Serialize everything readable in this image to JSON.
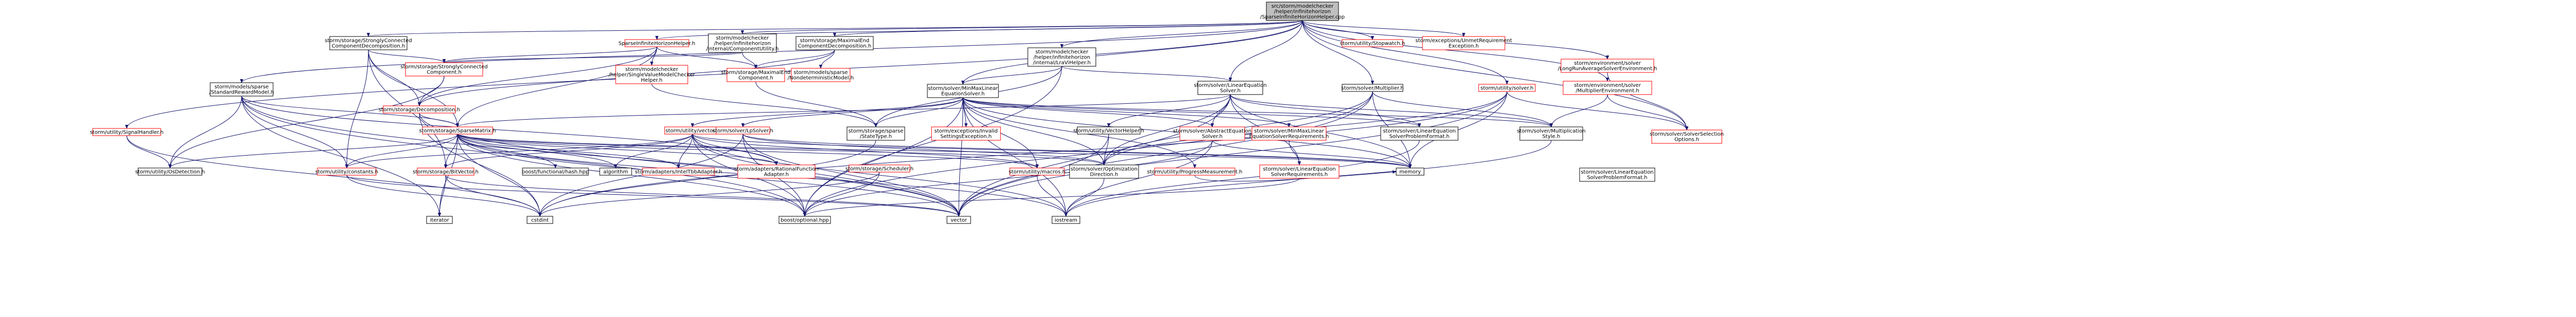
{
  "colors": {
    "edge": "#191970",
    "root_fill": "#bfbfbf",
    "root_stroke": "#000000",
    "doc_stroke": "#000000",
    "nodoc_stroke": "#ff0000",
    "fill": "#ffffff",
    "text": "#000000"
  },
  "nodes": [
    {
      "id": "root",
      "kind": "root",
      "lines": [
        "src/storm/modelchecker",
        "/helper/infinitehorizon",
        "/SparseInfiniteHorizonHelper.cpp"
      ]
    },
    {
      "id": "sparse_ih_h",
      "kind": "nodoc",
      "lines": [
        "SparseInfiniteHorizonHelper.h"
      ]
    },
    {
      "id": "sccd_h",
      "kind": "doc",
      "lines": [
        "storm/storage/StronglyConnected",
        "ComponentDecomposition.h"
      ]
    },
    {
      "id": "csu_h",
      "kind": "doc",
      "lines": [
        "storm/modelchecker",
        "/helper/infinitehorizon",
        "/internal/ComponentUtility.h"
      ]
    },
    {
      "id": "mecd_h",
      "kind": "doc",
      "lines": [
        "storm/storage/MaximalEnd",
        "ComponentDecomposition.h"
      ]
    },
    {
      "id": "lra_h",
      "kind": "doc",
      "lines": [
        "storm/modelchecker",
        "/helper/infinitehorizon",
        "/internal/LraViHelper.h"
      ]
    },
    {
      "id": "srm_h",
      "kind": "doc",
      "lines": [
        "storm/models/sparse",
        "/StandardRewardModel.h"
      ]
    },
    {
      "id": "sighandler_h",
      "kind": "nodoc",
      "lines": [
        "storm/utility/SignalHandler.h"
      ]
    },
    {
      "id": "stopwatch_h",
      "kind": "nodoc",
      "lines": [
        "storm/utility/Stopwatch.h"
      ]
    },
    {
      "id": "unmet_h",
      "kind": "nodoc",
      "lines": [
        "storm/exceptions/UnmetRequirement",
        "Exception.h"
      ]
    },
    {
      "id": "env_lra_h",
      "kind": "nodoc",
      "lines": [
        "storm/environment/solver",
        "/LongRunAverageSolverEnvironment.h"
      ]
    },
    {
      "id": "scc_h",
      "kind": "nodoc",
      "lines": [
        "storm/storage/StronglyConnected",
        "Component.h"
      ]
    },
    {
      "id": "svmch_h",
      "kind": "nodoc",
      "lines": [
        "storm/modelchecker",
        "/helper/SingleValueModelChecker",
        "Helper.h"
      ]
    },
    {
      "id": "mec_h",
      "kind": "nodoc",
      "lines": [
        "storm/storage/MaximalEnd",
        "Component.h"
      ]
    },
    {
      "id": "ndm_h",
      "kind": "nodoc",
      "lines": [
        "storm/models/sparse",
        "/NondeterministicModel.h"
      ]
    },
    {
      "id": "mmles_h",
      "kind": "doc",
      "lines": [
        "storm/solver/MinMaxLinear",
        "EquationSolver.h"
      ]
    },
    {
      "id": "les_h",
      "kind": "doc",
      "lines": [
        "storm/solver/LinearEquation",
        "Solver.h"
      ]
    },
    {
      "id": "mult_h",
      "kind": "doc",
      "lines": [
        "storm/solver/Multiplier.h"
      ]
    },
    {
      "id": "usolver_h",
      "kind": "nodoc",
      "lines": [
        "storm/utility/solver.h"
      ]
    },
    {
      "id": "env_mult_h",
      "kind": "nodoc",
      "lines": [
        "storm/environment/solver",
        "/MultiplierEnvironment.h"
      ]
    },
    {
      "id": "decomp_h",
      "kind": "nodoc",
      "lines": [
        "storm/storage/Decomposition.h"
      ]
    },
    {
      "id": "spm_h",
      "kind": "nodoc",
      "lines": [
        "storm/storage/SparseMatrix.h"
      ]
    },
    {
      "id": "uvector_h",
      "kind": "nodoc",
      "lines": [
        "storm/utility/vector.h"
      ]
    },
    {
      "id": "solver_h",
      "kind": "nodoc",
      "lines": [
        "storm/solver/SolverSelection",
        "Options.h"
      ]
    },
    {
      "id": "state_type_h",
      "kind": "doc",
      "lines": [
        "storm/storage/sparse",
        "/StateType.h"
      ]
    },
    {
      "id": "invalid_h",
      "kind": "nodoc",
      "lines": [
        "storm/exceptions/Invalid",
        "SettingsException.h"
      ]
    },
    {
      "id": "vecthelper_h",
      "kind": "doc",
      "lines": [
        "storm/utility/VectorHelper.h"
      ]
    },
    {
      "id": "aesr_h",
      "kind": "nodoc",
      "lines": [
        "storm/solver/AbstractEquation",
        "Solver.h"
      ]
    },
    {
      "id": "mmlesr_h",
      "kind": "nodoc",
      "lines": [
        "storm/solver/MinMaxLinear",
        "EquationSolverRequirements.h"
      ]
    },
    {
      "id": "lespf_h",
      "kind": "doc",
      "lines": [
        "storm/solver/LinearEquation",
        "SolverProblemFormat.h"
      ]
    },
    {
      "id": "multstyle_h",
      "kind": "doc",
      "lines": [
        "storm/solver/Multiplication",
        "Style.h"
      ]
    },
    {
      "id": "osdetect_h",
      "kind": "doc",
      "lines": [
        "storm/utility/OsDetection.h"
      ]
    },
    {
      "id": "constants_h",
      "kind": "nodoc",
      "lines": [
        "storm/utility/constants.h"
      ]
    },
    {
      "id": "bitvector_h",
      "kind": "nodoc",
      "lines": [
        "storm/storage/BitVector.h"
      ]
    },
    {
      "id": "flathash",
      "kind": "doc",
      "lines": [
        "boost/functional/hash.hpp"
      ]
    },
    {
      "id": "algorithm",
      "kind": "doc",
      "lines": [
        "algorithm"
      ]
    },
    {
      "id": "inteltbb_h",
      "kind": "nodoc",
      "lines": [
        "storm/adapters/IntelTbbAdapter.h"
      ]
    },
    {
      "id": "rational_h",
      "kind": "nodoc",
      "lines": [
        "storm/adapters/RationalFunction",
        "Adapter.h"
      ]
    },
    {
      "id": "scheduler_h",
      "kind": "nodoc",
      "lines": [
        "storm/storage/Scheduler.h"
      ]
    },
    {
      "id": "macros_h",
      "kind": "nodoc",
      "lines": [
        "storm/utility/macros.h"
      ]
    },
    {
      "id": "optdir_h",
      "kind": "doc",
      "lines": [
        "storm/solver/Optimization",
        "Direction.h"
      ]
    },
    {
      "id": "progress_h",
      "kind": "nodoc",
      "lines": [
        "storm/utility/ProgressMeasurement.h"
      ]
    },
    {
      "id": "lesr_h",
      "kind": "nodoc",
      "lines": [
        "storm/solver/LinearEquation",
        "SolverRequirements.h"
      ]
    },
    {
      "id": "memory",
      "kind": "doc",
      "lines": [
        "memory"
      ]
    },
    {
      "id": "iterator",
      "kind": "doc",
      "lines": [
        "iterator"
      ]
    },
    {
      "id": "cstdint",
      "kind": "doc",
      "lines": [
        "cstdint"
      ]
    },
    {
      "id": "boost_optional",
      "kind": "doc",
      "lines": [
        "boost/optional.hpp"
      ]
    },
    {
      "id": "vector",
      "kind": "doc",
      "lines": [
        "vector"
      ]
    },
    {
      "id": "iostream",
      "kind": "doc",
      "lines": [
        "iostream"
      ]
    },
    {
      "id": "lesolver_h",
      "kind": "doc",
      "lines": [
        "storm/solver/LinearEquation",
        "SolverProblemFormat.h"
      ]
    },
    {
      "id": "lpsolver_h",
      "kind": "nodoc",
      "lines": [
        "storm/solver/LpSolver.h"
      ]
    }
  ],
  "edges": [
    [
      "root",
      "sparse_ih_h"
    ],
    [
      "root",
      "sccd_h"
    ],
    [
      "root",
      "csu_h"
    ],
    [
      "root",
      "mecd_h"
    ],
    [
      "root",
      "lra_h"
    ],
    [
      "root",
      "srm_h"
    ],
    [
      "root",
      "sighandler_h"
    ],
    [
      "root",
      "stopwatch_h"
    ],
    [
      "root",
      "unmet_h"
    ],
    [
      "root",
      "env_lra_h"
    ],
    [
      "root",
      "mmles_h"
    ],
    [
      "root",
      "les_h"
    ],
    [
      "root",
      "mult_h"
    ],
    [
      "root",
      "usolver_h"
    ],
    [
      "root",
      "env_mult_h"
    ],
    [
      "root",
      "solver_h"
    ],
    [
      "sparse_ih_h",
      "scc_h"
    ],
    [
      "sparse_ih_h",
      "decomp_h"
    ],
    [
      "sparse_ih_h",
      "spm_h"
    ],
    [
      "sparse_ih_h",
      "mec_h"
    ],
    [
      "sparse_ih_h",
      "svmch_h"
    ],
    [
      "sccd_h",
      "scc_h"
    ],
    [
      "sccd_h",
      "decomp_h"
    ],
    [
      "sccd_h",
      "spm_h"
    ],
    [
      "sccd_h",
      "bitvector_h"
    ],
    [
      "sccd_h",
      "constants_h"
    ],
    [
      "csu_h",
      "scc_h"
    ],
    [
      "csu_h",
      "mec_h"
    ],
    [
      "mecd_h",
      "mec_h"
    ],
    [
      "mecd_h",
      "ndm_h"
    ],
    [
      "mecd_h",
      "decomp_h"
    ],
    [
      "lra_h",
      "state_type_h"
    ],
    [
      "lra_h",
      "mmles_h"
    ],
    [
      "lra_h",
      "les_h"
    ],
    [
      "lra_h",
      "boost_optional"
    ],
    [
      "srm_h",
      "spm_h"
    ],
    [
      "srm_h",
      "osdetect_h"
    ],
    [
      "srm_h",
      "constants_h"
    ],
    [
      "srm_h",
      "rational_h"
    ],
    [
      "srm_h",
      "vector"
    ],
    [
      "srm_h",
      "boost_optional"
    ],
    [
      "srm_h",
      "iterator"
    ],
    [
      "sighandler_h",
      "osdetect_h"
    ],
    [
      "sighandler_h",
      "cstdint"
    ],
    [
      "env_lra_h",
      "solver_h"
    ],
    [
      "scc_h",
      "decomp_h"
    ],
    [
      "scc_h",
      "osdetect_h"
    ],
    [
      "svmch_h",
      "state_type_h"
    ],
    [
      "mec_h",
      "state_type_h"
    ],
    [
      "decomp_h",
      "spm_h"
    ],
    [
      "decomp_h",
      "cstdint"
    ],
    [
      "decomp_h",
      "vector"
    ],
    [
      "mmles_h",
      "uvector_h"
    ],
    [
      "mmles_h",
      "lpsolver_h"
    ],
    [
      "mmles_h",
      "state_type_h"
    ],
    [
      "mmles_h",
      "invalid_h"
    ],
    [
      "mmles_h",
      "optdir_h"
    ],
    [
      "mmles_h",
      "macros_h"
    ],
    [
      "mmles_h",
      "aesr_h"
    ],
    [
      "mmles_h",
      "mmlesr_h"
    ],
    [
      "mmles_h",
      "memory"
    ],
    [
      "mmles_h",
      "boost_optional"
    ],
    [
      "mmles_h",
      "vector"
    ],
    [
      "mmles_h",
      "iostream"
    ],
    [
      "mmles_h",
      "lespf_h"
    ],
    [
      "mmles_h",
      "multstyle_h"
    ],
    [
      "mmles_h",
      "progress_h"
    ],
    [
      "les_h",
      "vecthelper_h"
    ],
    [
      "les_h",
      "aesr_h"
    ],
    [
      "les_h",
      "lesr_h"
    ],
    [
      "les_h",
      "lespf_h"
    ],
    [
      "les_h",
      "optdir_h"
    ],
    [
      "les_h",
      "multstyle_h"
    ],
    [
      "les_h",
      "memory"
    ],
    [
      "les_h",
      "vector"
    ],
    [
      "les_h",
      "spm_h"
    ],
    [
      "mult_h",
      "multstyle_h"
    ],
    [
      "mult_h",
      "optdir_h"
    ],
    [
      "mult_h",
      "memory"
    ],
    [
      "mult_h",
      "vector"
    ],
    [
      "mult_h",
      "boost_optional"
    ],
    [
      "usolver_h",
      "solver_h"
    ],
    [
      "usolver_h",
      "memory"
    ],
    [
      "usolver_h",
      "vector"
    ],
    [
      "usolver_h",
      "optdir_h"
    ],
    [
      "usolver_h",
      "cstdint"
    ],
    [
      "env_mult_h",
      "multstyle_h"
    ],
    [
      "env_mult_h",
      "solver_h"
    ],
    [
      "spm_h",
      "osdetect_h"
    ],
    [
      "spm_h",
      "constants_h"
    ],
    [
      "spm_h",
      "bitvector_h"
    ],
    [
      "spm_h",
      "flathash"
    ],
    [
      "spm_h",
      "algorithm"
    ],
    [
      "spm_h",
      "inteltbb_h"
    ],
    [
      "spm_h",
      "rational_h"
    ],
    [
      "spm_h",
      "macros_h"
    ],
    [
      "spm_h",
      "optdir_h"
    ],
    [
      "spm_h",
      "iterator"
    ],
    [
      "spm_h",
      "cstdint"
    ],
    [
      "spm_h",
      "boost_optional"
    ],
    [
      "spm_h",
      "vector"
    ],
    [
      "spm_h",
      "iostream"
    ],
    [
      "spm_h",
      "memory"
    ],
    [
      "uvector_h",
      "algorithm"
    ],
    [
      "uvector_h",
      "inteltbb_h"
    ],
    [
      "uvector_h",
      "rational_h"
    ],
    [
      "uvector_h",
      "constants_h"
    ],
    [
      "uvector_h",
      "macros_h"
    ],
    [
      "uvector_h",
      "iostream"
    ],
    [
      "uvector_h",
      "vector"
    ],
    [
      "uvector_h",
      "boost_optional"
    ],
    [
      "uvector_h",
      "memory"
    ],
    [
      "uvector_h",
      "bitvector_h"
    ],
    [
      "vecthelper_h",
      "optdir_h"
    ],
    [
      "vecthelper_h",
      "vector"
    ],
    [
      "aesr_h",
      "iostream"
    ],
    [
      "aesr_h",
      "memory"
    ],
    [
      "aesr_h",
      "boost_optional"
    ],
    [
      "mmlesr_h",
      "lesr_h"
    ],
    [
      "lespf_h",
      "iostream"
    ],
    [
      "multstyle_h",
      "iostream"
    ],
    [
      "constants_h",
      "cstdint"
    ],
    [
      "constants_h",
      "vector"
    ],
    [
      "bitvector_h",
      "iterator"
    ],
    [
      "bitvector_h",
      "cstdint"
    ],
    [
      "bitvector_h",
      "vector"
    ],
    [
      "macros_h",
      "iostream"
    ],
    [
      "optdir_h",
      "iostream"
    ],
    [
      "progress_h",
      "memory"
    ],
    [
      "state_type_h",
      "cstdint"
    ],
    [
      "lpsolver_h",
      "optdir_h"
    ],
    [
      "lpsolver_h",
      "memory"
    ],
    [
      "lpsolver_h",
      "boost_optional"
    ],
    [
      "lpsolver_h",
      "vector"
    ],
    [
      "lpsolver_h",
      "cstdint"
    ],
    [
      "scheduler_h",
      "cstdint"
    ],
    [
      "scheduler_h",
      "boost_optional"
    ],
    [
      "lesr_h",
      "boost_optional"
    ]
  ]
}
